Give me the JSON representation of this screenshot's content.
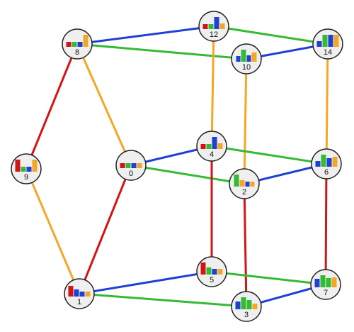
{
  "colors": {
    "red": "#d41414",
    "green": "#33bb33",
    "blue": "#1f3fd6",
    "orange": "#f5a623",
    "node_fill": "#efefef",
    "node_stroke": "#222222"
  },
  "nodes": [
    {
      "id": "0",
      "label": "0"
    },
    {
      "id": "1",
      "label": "1"
    },
    {
      "id": "2",
      "label": "2"
    },
    {
      "id": "3",
      "label": "3"
    },
    {
      "id": "4",
      "label": "4"
    },
    {
      "id": "5",
      "label": "5"
    },
    {
      "id": "6",
      "label": "6"
    },
    {
      "id": "7",
      "label": "7"
    },
    {
      "id": "8",
      "label": "8"
    },
    {
      "id": "9",
      "label": "9"
    },
    {
      "id": "10",
      "label": "10"
    },
    {
      "id": "12",
      "label": "12"
    },
    {
      "id": "14",
      "label": "14"
    }
  ],
  "edges": [
    {
      "from": "8",
      "to": "12",
      "color": "blue"
    },
    {
      "from": "8",
      "to": "10",
      "color": "green"
    },
    {
      "from": "12",
      "to": "14",
      "color": "green"
    },
    {
      "from": "10",
      "to": "14",
      "color": "blue"
    },
    {
      "from": "12",
      "to": "4",
      "color": "orange"
    },
    {
      "from": "10",
      "to": "2",
      "color": "orange"
    },
    {
      "from": "14",
      "to": "6",
      "color": "orange"
    },
    {
      "from": "8",
      "to": "9",
      "color": "red"
    },
    {
      "from": "8",
      "to": "0",
      "color": "orange"
    },
    {
      "from": "9",
      "to": "1",
      "color": "orange"
    },
    {
      "from": "0",
      "to": "1",
      "color": "red"
    },
    {
      "from": "0",
      "to": "4",
      "color": "blue"
    },
    {
      "from": "0",
      "to": "2",
      "color": "green"
    },
    {
      "from": "4",
      "to": "6",
      "color": "green"
    },
    {
      "from": "2",
      "to": "6",
      "color": "blue"
    },
    {
      "from": "4",
      "to": "5",
      "color": "red"
    },
    {
      "from": "2",
      "to": "3",
      "color": "red"
    },
    {
      "from": "6",
      "to": "7",
      "color": "red"
    },
    {
      "from": "1",
      "to": "5",
      "color": "blue"
    },
    {
      "from": "1",
      "to": "3",
      "color": "green"
    },
    {
      "from": "5",
      "to": "7",
      "color": "green"
    },
    {
      "from": "3",
      "to": "7",
      "color": "blue"
    }
  ]
}
